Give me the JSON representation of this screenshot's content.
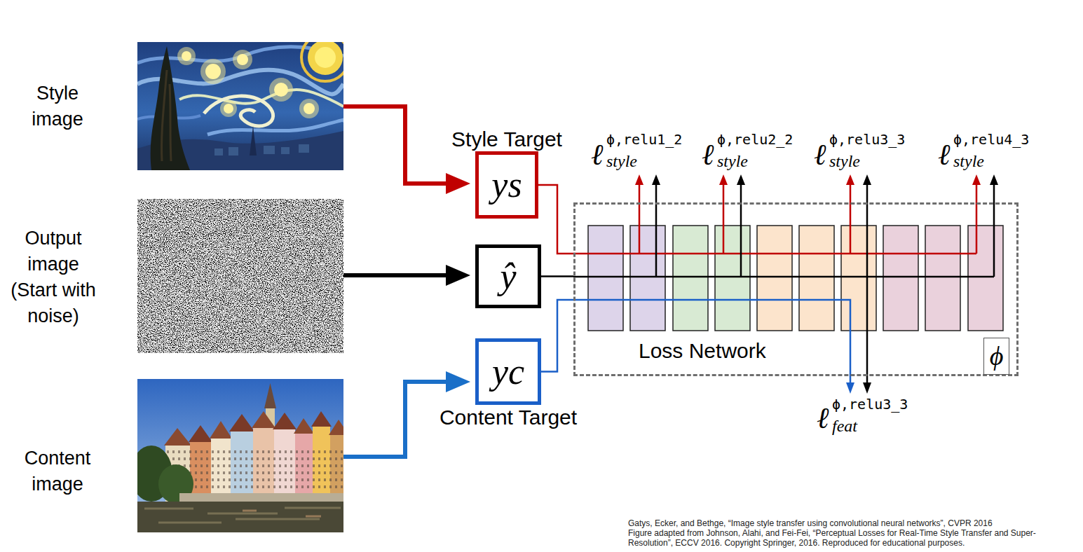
{
  "diagram": {
    "nodes": [
      {
        "text": [
          "Style Target",
          "ys"
        ]
      },
      {
        "text": [
          "ŷ"
        ]
      },
      {
        "text": [
          "yc",
          "Content Target"
        ]
      },
      {
        "text": [
          "Loss Network"
        ]
      },
      {
        "text": [
          "ϕ"
        ],
        "in": 3
      }
    ],
    "edges": [
      {
        "from": 0,
        "to": 3,
        "arrow": "none"
      },
      {
        "from": 1,
        "to": 3,
        "arrow": "none"
      },
      {
        "from": 2,
        "to": 3,
        "arrow": "none"
      }
    ],
    "labels": [
      "Style image",
      "Output image (Start with noise)",
      "Content image",
      "ℓ",
      "ϕ,relu1_2",
      "style",
      "ℓ",
      "ϕ,relu2_2",
      "style",
      "ℓ",
      "ϕ,relu3_3",
      "style",
      "ℓ",
      "ϕ,relu4_3",
      "style",
      "ℓ",
      "ϕ,relu3_3",
      "feat",
      "Gatys, Ecker, and Bethge, “Image style transfer using convolutional neural networks”, CVPR 2016",
      "Figure adapted from Johnson, Alahi, and Fei-Fei, “Perceptual Losses for Real-Time Style Transfer and Super-Resolution”, ECCV 2016. Copyright Springer, 2016. Reproduced for educational purposes."
    ]
  }
}
